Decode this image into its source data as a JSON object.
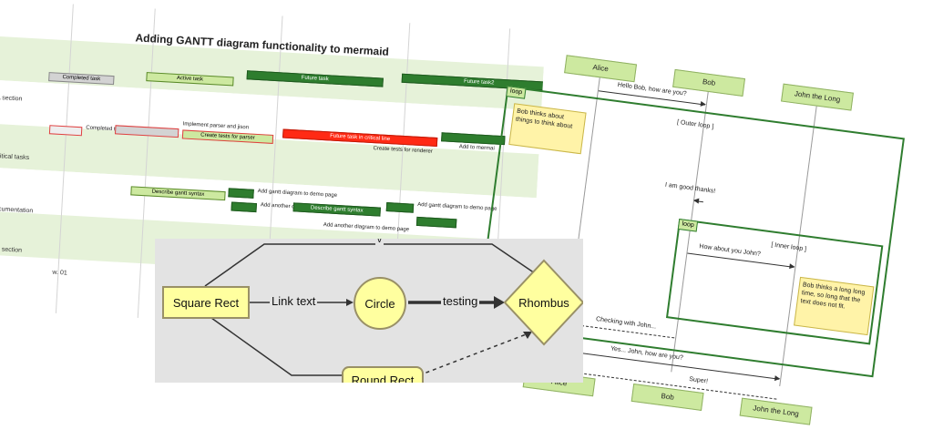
{
  "gantt": {
    "title": "Adding GANTT diagram functionality to mermaid",
    "sections": [
      "A section",
      "Critical tasks",
      "Documentation",
      "Last section"
    ],
    "tick": "w. 01",
    "tasks": [
      {
        "label": "Completed task",
        "status": "done"
      },
      {
        "label": "Active task",
        "status": "active"
      },
      {
        "label": "Future task",
        "status": "future"
      },
      {
        "label": "Future task2",
        "status": "future"
      },
      {
        "label": "Completed task in the critical line",
        "status": "crit-done"
      },
      {
        "label": "Implement parser and jison",
        "status": "crit-done"
      },
      {
        "label": "Create tests for parser",
        "status": "crit-active"
      },
      {
        "label": "Future task in critical line",
        "status": "crit"
      },
      {
        "label": "Create tests for renderer",
        "status": "future"
      },
      {
        "label": "Add to mermai",
        "status": "future"
      },
      {
        "label": "Describe gantt syntax",
        "status": "active"
      },
      {
        "label": "Add gantt diagram to demo page",
        "status": "future"
      },
      {
        "label": "Add another diagram to demo page",
        "status": "future"
      },
      {
        "label": "Describe gantt syntax",
        "status": "future"
      },
      {
        "label": "Add gantt diagram to demo page",
        "status": "future"
      },
      {
        "label": "Add another diagram to demo page",
        "status": "future"
      }
    ],
    "colors": {
      "done": "#d3d3d3",
      "done_border": "#c44",
      "active": "#cde9a0",
      "future": "#2e7d2e",
      "crit": "#ff2a14",
      "band": "#e6f2d9"
    }
  },
  "sequence": {
    "actors": [
      "Alice",
      "Bob",
      "John the Long"
    ],
    "loops": [
      {
        "tag": "loop",
        "condition": "[ Outer loop ]"
      },
      {
        "tag": "loop",
        "condition": "[ Inner loop ]"
      }
    ],
    "messages": [
      "Hello Bob, how are you?",
      "I am good thanks!",
      "How about you John?",
      "Checking with John...",
      "Yes... John, how are you?",
      "Super!"
    ],
    "notes": [
      "Bob thinks about things to think about",
      "Bob thinks a long long time, so long that the text does not fit."
    ]
  },
  "flowchart": {
    "nodes": {
      "square": "Square Rect",
      "circle": "Circle",
      "rhombus": "Rhombus",
      "round": "Round Rect"
    },
    "edges": {
      "link": "Link text",
      "testing": "testing",
      "top": "v"
    }
  }
}
